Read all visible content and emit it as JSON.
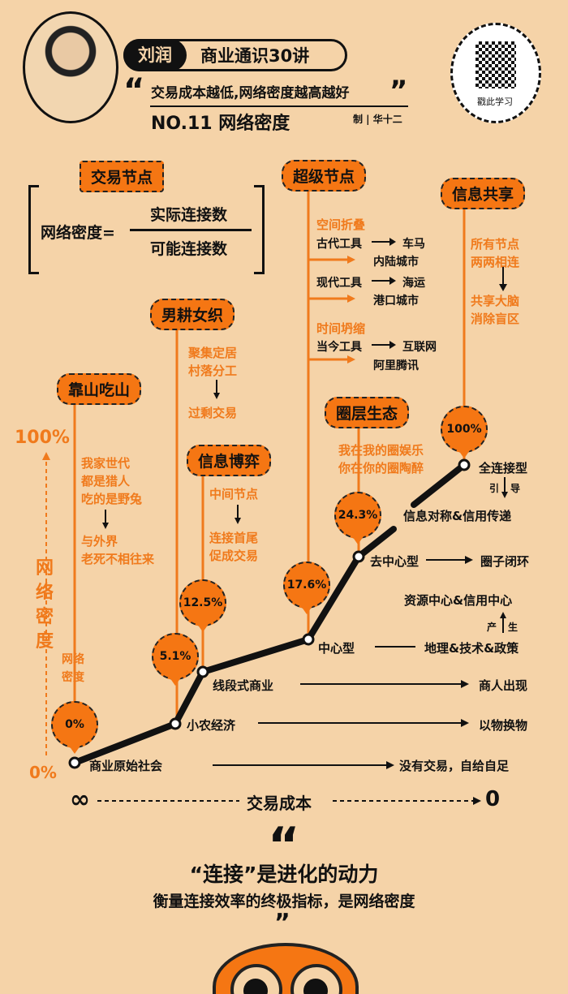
{
  "header": {
    "author": "刘润",
    "series": "商业通识30讲",
    "quote": "交易成本越低,网络密度越高越好",
    "lesson": "NO.11 网络密度",
    "credit": "制 | 华十二",
    "qr_label": "戳此学习"
  },
  "formula": {
    "node_tag": "交易节点",
    "lhs": "网络密度=",
    "numerator": "实际连接数",
    "denominator": "可能连接数"
  },
  "axis": {
    "y_top": "100%",
    "y_bottom": "0%",
    "y_label": "网络密度",
    "x_left": "∞",
    "x_label": "交易成本",
    "x_right": "0"
  },
  "stages": [
    {
      "tag": "靠山吃山",
      "desc": [
        "我家世代",
        "都是猎人",
        "吃的是野兔"
      ],
      "result": [
        "与外界",
        "老死不相往来"
      ],
      "extra": [
        "网络",
        "密度"
      ],
      "pct": "0%",
      "node": "商业原始社会",
      "outcome": "没有交易，自给自足"
    },
    {
      "tag": "男耕女织",
      "desc": [
        "聚集定居",
        "村落分工"
      ],
      "result": [
        "过剩交易"
      ],
      "pct": "5.1%",
      "node": "小农经济",
      "outcome": "以物换物"
    },
    {
      "tag": "信息博弈",
      "desc": [
        "中间节点"
      ],
      "result": [
        "连接首尾",
        "促成交易"
      ],
      "pct": "12.5%",
      "node": "线段式商业",
      "outcome": "商人出现"
    },
    {
      "tag": "超级节点",
      "sections": [
        {
          "title": "空间折叠",
          "rows": [
            [
              "古代工具",
              "车马",
              "内陆城市"
            ],
            [
              "现代工具",
              "海运",
              "港口城市"
            ]
          ]
        },
        {
          "title": "时间坍缩",
          "rows": [
            [
              "当今工具",
              "互联网",
              "阿里腾讯"
            ]
          ]
        }
      ],
      "pct": "17.6%",
      "node": "中心型",
      "outcome": "地理&技术&政策",
      "produce": [
        "产",
        "生"
      ],
      "outcome_top": "资源中心&信用中心"
    },
    {
      "tag": "圈层生态",
      "desc": [
        "我在我的圈娱乐",
        "你在你的圈陶醉"
      ],
      "pct": "24.3%",
      "node": "去中心型",
      "outcome": "圈子闭环"
    },
    {
      "tag": "信息共享",
      "desc": [
        "所有节点",
        "两两相连"
      ],
      "result": [
        "共享大脑",
        "消除盲区"
      ],
      "pct": "100%",
      "node": "全连接型",
      "guide": [
        "引",
        "导"
      ],
      "outcome": "信息对称&信用传递"
    }
  ],
  "footer": {
    "line1": "“连接”是进化的动力",
    "line2": "衡量连接效率的终极指标，是网络密度"
  }
}
